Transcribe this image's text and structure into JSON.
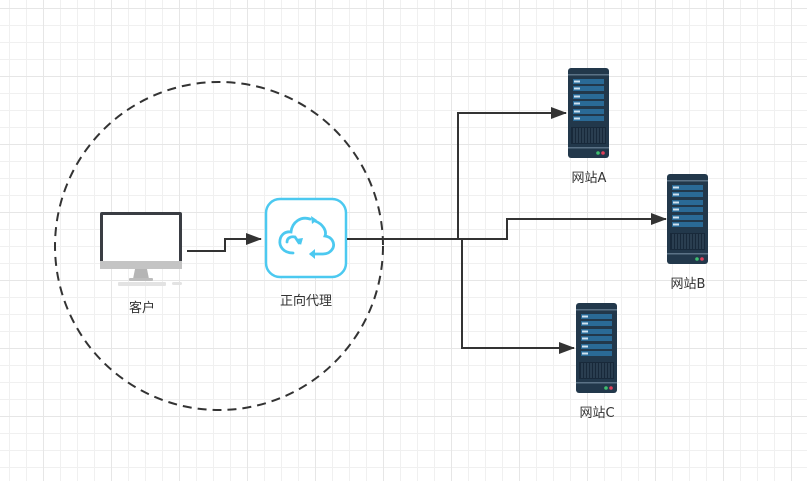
{
  "diagram": {
    "title": "正向代理",
    "nodes": {
      "client": {
        "label": "客户",
        "icon": "desktop-computer-icon"
      },
      "proxy": {
        "label": "正向代理",
        "icon": "cloud-sync-icon"
      },
      "site_a": {
        "label": "网站A",
        "icon": "server-icon"
      },
      "site_b": {
        "label": "网站B",
        "icon": "server-icon"
      },
      "site_c": {
        "label": "网站C",
        "icon": "server-icon"
      }
    },
    "edges": [
      {
        "from": "client",
        "to": "proxy"
      },
      {
        "from": "proxy",
        "to": "site_a"
      },
      {
        "from": "proxy",
        "to": "site_b"
      },
      {
        "from": "proxy",
        "to": "site_c"
      }
    ],
    "group": {
      "shape": "dashed-circle",
      "contains": [
        "client",
        "proxy"
      ]
    },
    "colors": {
      "line": "#333333",
      "proxy_stroke": "#4cc9f0",
      "server_body": "#22384b",
      "server_panel": "#2a6a96",
      "led_green": "#3fbf6f",
      "led_red": "#e0405a"
    }
  }
}
